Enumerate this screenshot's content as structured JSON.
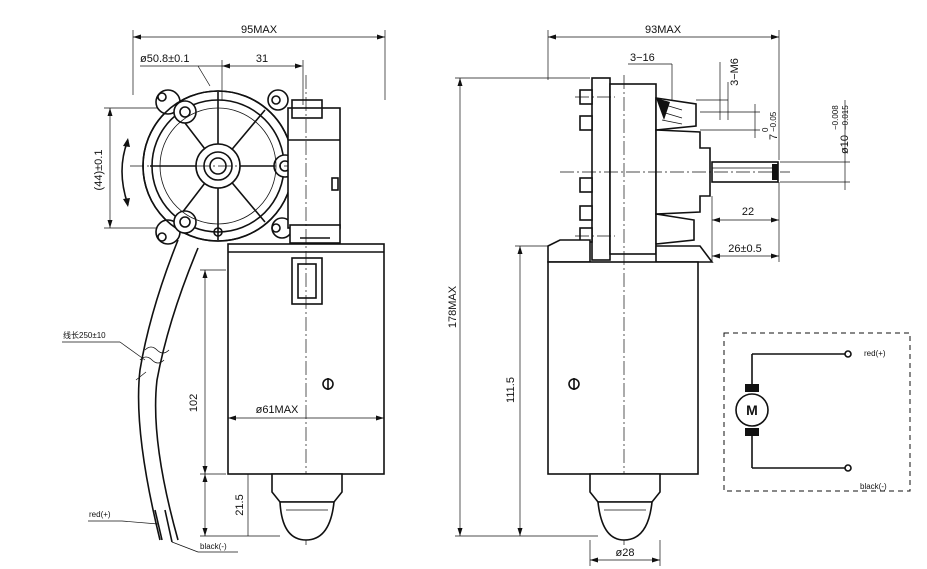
{
  "dimensions": {
    "overall_width_left": "95MAX",
    "overall_width_right": "93MAX",
    "flange_diameter": "ø50.8±0.1",
    "flange_offset": "31",
    "bolt_spacing": "(44)±0.1",
    "bolt_holes": "3−16",
    "thread_holes": "3−M6",
    "shaft_key_main": "7",
    "shaft_key_upper": "0",
    "shaft_key_lower": "−0.05",
    "shaft_dia_main": "ø10",
    "shaft_dia_upper": "−0.008",
    "shaft_dia_lower": "−0.015",
    "shaft_length": "22",
    "shaft_protrusion": "26±0.5",
    "overall_height": "178MAX",
    "motor_height_right": "111.5",
    "motor_height_left": "102",
    "motor_diameter": "ø61MAX",
    "end_cap_height": "21.5",
    "end_cap_diameter": "ø28"
  },
  "labels": {
    "cable_length": "线长250±10",
    "red_wire": "red(+)",
    "black_wire": "black(-)",
    "motor_symbol": "M",
    "schematic_red": "red(+)",
    "schematic_black": "black(-)"
  }
}
